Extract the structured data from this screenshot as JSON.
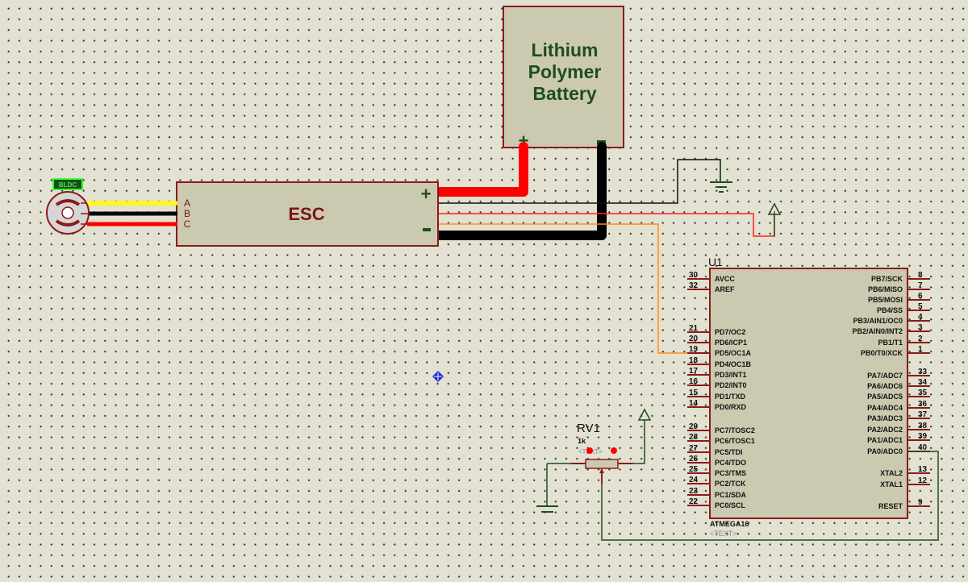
{
  "battery": {
    "line1": "Lithium",
    "line2": "Polymer",
    "line3": "Battery",
    "plus_label": "+",
    "minus_label": "-"
  },
  "esc": {
    "title": "ESC",
    "pin_a": "A",
    "pin_b": "B",
    "pin_c": "C",
    "plus_label": "+",
    "minus_label": "-"
  },
  "motor": {
    "label": "BLDC"
  },
  "potentiometer": {
    "ref": "RV1",
    "value": "1k",
    "text": "<TEXT>"
  },
  "mcu": {
    "ref": "U1",
    "part": "ATMEGA16",
    "text": "<TEXT>",
    "left_pins": [
      {
        "num": "30",
        "label": "AVCC"
      },
      {
        "num": "32",
        "label": "AREF"
      },
      {
        "num": "21",
        "label": "PD7/OC2"
      },
      {
        "num": "20",
        "label": "PD6/ICP1"
      },
      {
        "num": "19",
        "label": "PD5/OC1A"
      },
      {
        "num": "18",
        "label": "PD4/OC1B"
      },
      {
        "num": "17",
        "label": "PD3/INT1"
      },
      {
        "num": "16",
        "label": "PD2/INT0"
      },
      {
        "num": "15",
        "label": "PD1/TXD"
      },
      {
        "num": "14",
        "label": "PD0/RXD"
      },
      {
        "num": "29",
        "label": "PC7/TOSC2"
      },
      {
        "num": "28",
        "label": "PC6/TOSC1"
      },
      {
        "num": "27",
        "label": "PC5/TDI"
      },
      {
        "num": "26",
        "label": "PC4/TDO"
      },
      {
        "num": "25",
        "label": "PC3/TMS"
      },
      {
        "num": "24",
        "label": "PC2/TCK"
      },
      {
        "num": "23",
        "label": "PC1/SDA"
      },
      {
        "num": "22",
        "label": "PC0/SCL"
      }
    ],
    "right_pins": [
      {
        "num": "8",
        "label": "PB7/SCK"
      },
      {
        "num": "7",
        "label": "PB6/MISO"
      },
      {
        "num": "6",
        "label": "PB5/MOSI"
      },
      {
        "num": "5",
        "label": "PB4/SS"
      },
      {
        "num": "4",
        "label": "PB3/AIN1/OC0"
      },
      {
        "num": "3",
        "label": "PB2/AIN0/INT2"
      },
      {
        "num": "2",
        "label": "PB1/T1"
      },
      {
        "num": "1",
        "label": "PB0/T0/XCK"
      },
      {
        "num": "33",
        "label": "PA7/ADC7"
      },
      {
        "num": "34",
        "label": "PA6/ADC6"
      },
      {
        "num": "35",
        "label": "PA5/ADC5"
      },
      {
        "num": "36",
        "label": "PA4/ADC4"
      },
      {
        "num": "37",
        "label": "PA3/ADC3"
      },
      {
        "num": "38",
        "label": "PA2/ADC2"
      },
      {
        "num": "39",
        "label": "PA1/ADC1"
      },
      {
        "num": "40",
        "label": "PA0/ADC0"
      },
      {
        "num": "13",
        "label": "XTAL2"
      },
      {
        "num": "12",
        "label": "XTAL1"
      },
      {
        "num": "9",
        "label": "RESET"
      }
    ]
  },
  "colors": {
    "component_fill": "#cbcab0",
    "component_border": "#8b1a1a",
    "wire_green": "#1f4d1f",
    "wire_red": "#ff0000",
    "wire_black": "#000000",
    "wire_yellow": "#ffff00",
    "wire_orange": "#ff8c1a",
    "cursor_blue": "#1a2ad4"
  }
}
